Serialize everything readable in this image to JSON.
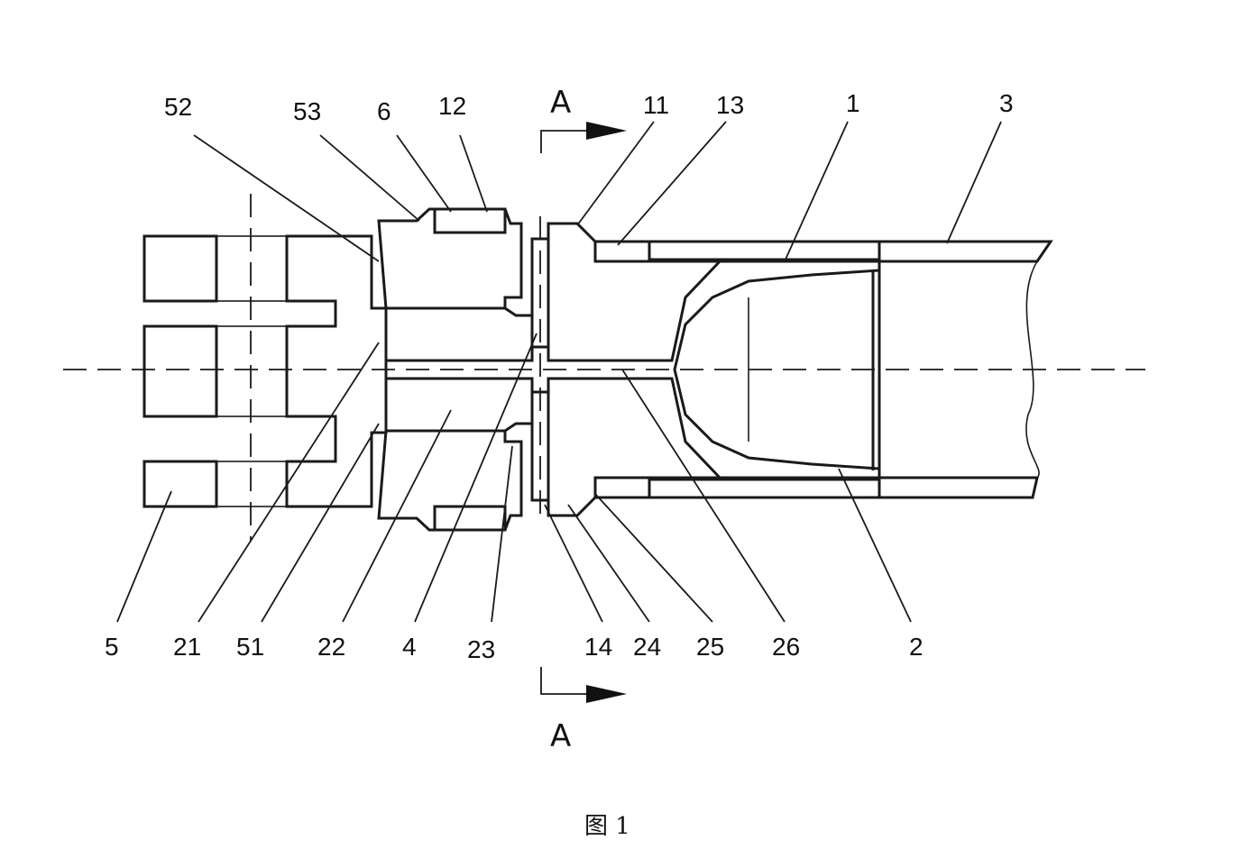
{
  "caption": "图 1",
  "section_marks": [
    "A",
    "A"
  ],
  "top_labels": [
    "52",
    "53",
    "6",
    "12",
    "11",
    "13",
    "1",
    "3"
  ],
  "bottom_labels": [
    "5",
    "21",
    "51",
    "22",
    "4",
    "23",
    "14",
    "24",
    "25",
    "26",
    "2"
  ]
}
